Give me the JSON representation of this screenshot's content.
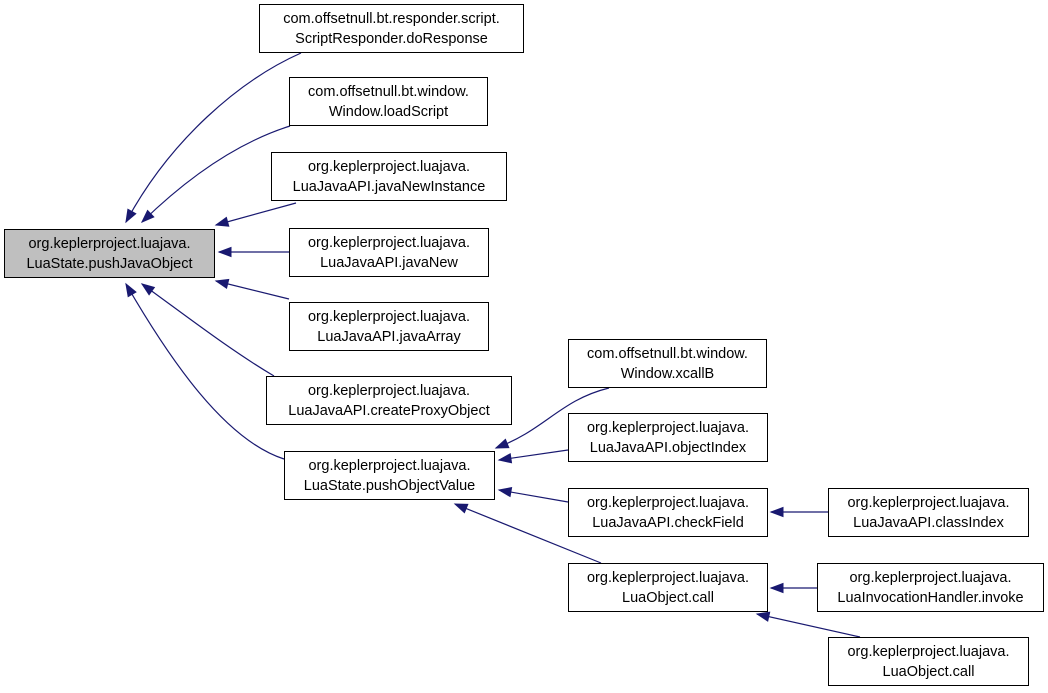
{
  "colors": {
    "edge": "#191970",
    "root_fill": "#bfbfbf",
    "node_fill": "#ffffff",
    "border": "#000000"
  },
  "nodes": {
    "root": {
      "line1": "org.keplerproject.luajava.",
      "line2": "LuaState.pushJavaObject"
    },
    "doResponse": {
      "line1": "com.offsetnull.bt.responder.script.",
      "line2": "ScriptResponder.doResponse"
    },
    "loadScript": {
      "line1": "com.offsetnull.bt.window.",
      "line2": "Window.loadScript"
    },
    "javaNewInstance": {
      "line1": "org.keplerproject.luajava.",
      "line2": "LuaJavaAPI.javaNewInstance"
    },
    "javaNew": {
      "line1": "org.keplerproject.luajava.",
      "line2": "LuaJavaAPI.javaNew"
    },
    "javaArray": {
      "line1": "org.keplerproject.luajava.",
      "line2": "LuaJavaAPI.javaArray"
    },
    "createProxyObject": {
      "line1": "org.keplerproject.luajava.",
      "line2": "LuaJavaAPI.createProxyObject"
    },
    "pushObjectValue": {
      "line1": "org.keplerproject.luajava.",
      "line2": "LuaState.pushObjectValue"
    },
    "xcallB": {
      "line1": "com.offsetnull.bt.window.",
      "line2": "Window.xcallB"
    },
    "objectIndex": {
      "line1": "org.keplerproject.luajava.",
      "line2": "LuaJavaAPI.objectIndex"
    },
    "checkField": {
      "line1": "org.keplerproject.luajava.",
      "line2": "LuaJavaAPI.checkField"
    },
    "classIndex": {
      "line1": "org.keplerproject.luajava.",
      "line2": "LuaJavaAPI.classIndex"
    },
    "luaObjectCall": {
      "line1": "org.keplerproject.luajava.",
      "line2": "LuaObject.call"
    },
    "invoke": {
      "line1": "org.keplerproject.luajava.",
      "line2": "LuaInvocationHandler.invoke"
    },
    "luaObjectCall2": {
      "line1": "org.keplerproject.luajava.",
      "line2": "LuaObject.call"
    }
  },
  "edges": [
    {
      "from": "doResponse",
      "to": "root"
    },
    {
      "from": "loadScript",
      "to": "root"
    },
    {
      "from": "javaNewInstance",
      "to": "root"
    },
    {
      "from": "javaNew",
      "to": "root"
    },
    {
      "from": "javaArray",
      "to": "root"
    },
    {
      "from": "createProxyObject",
      "to": "root"
    },
    {
      "from": "pushObjectValue",
      "to": "root"
    },
    {
      "from": "xcallB",
      "to": "pushObjectValue"
    },
    {
      "from": "objectIndex",
      "to": "pushObjectValue"
    },
    {
      "from": "checkField",
      "to": "pushObjectValue"
    },
    {
      "from": "luaObjectCall",
      "to": "pushObjectValue"
    },
    {
      "from": "classIndex",
      "to": "checkField"
    },
    {
      "from": "invoke",
      "to": "luaObjectCall"
    },
    {
      "from": "luaObjectCall2",
      "to": "luaObjectCall"
    }
  ]
}
